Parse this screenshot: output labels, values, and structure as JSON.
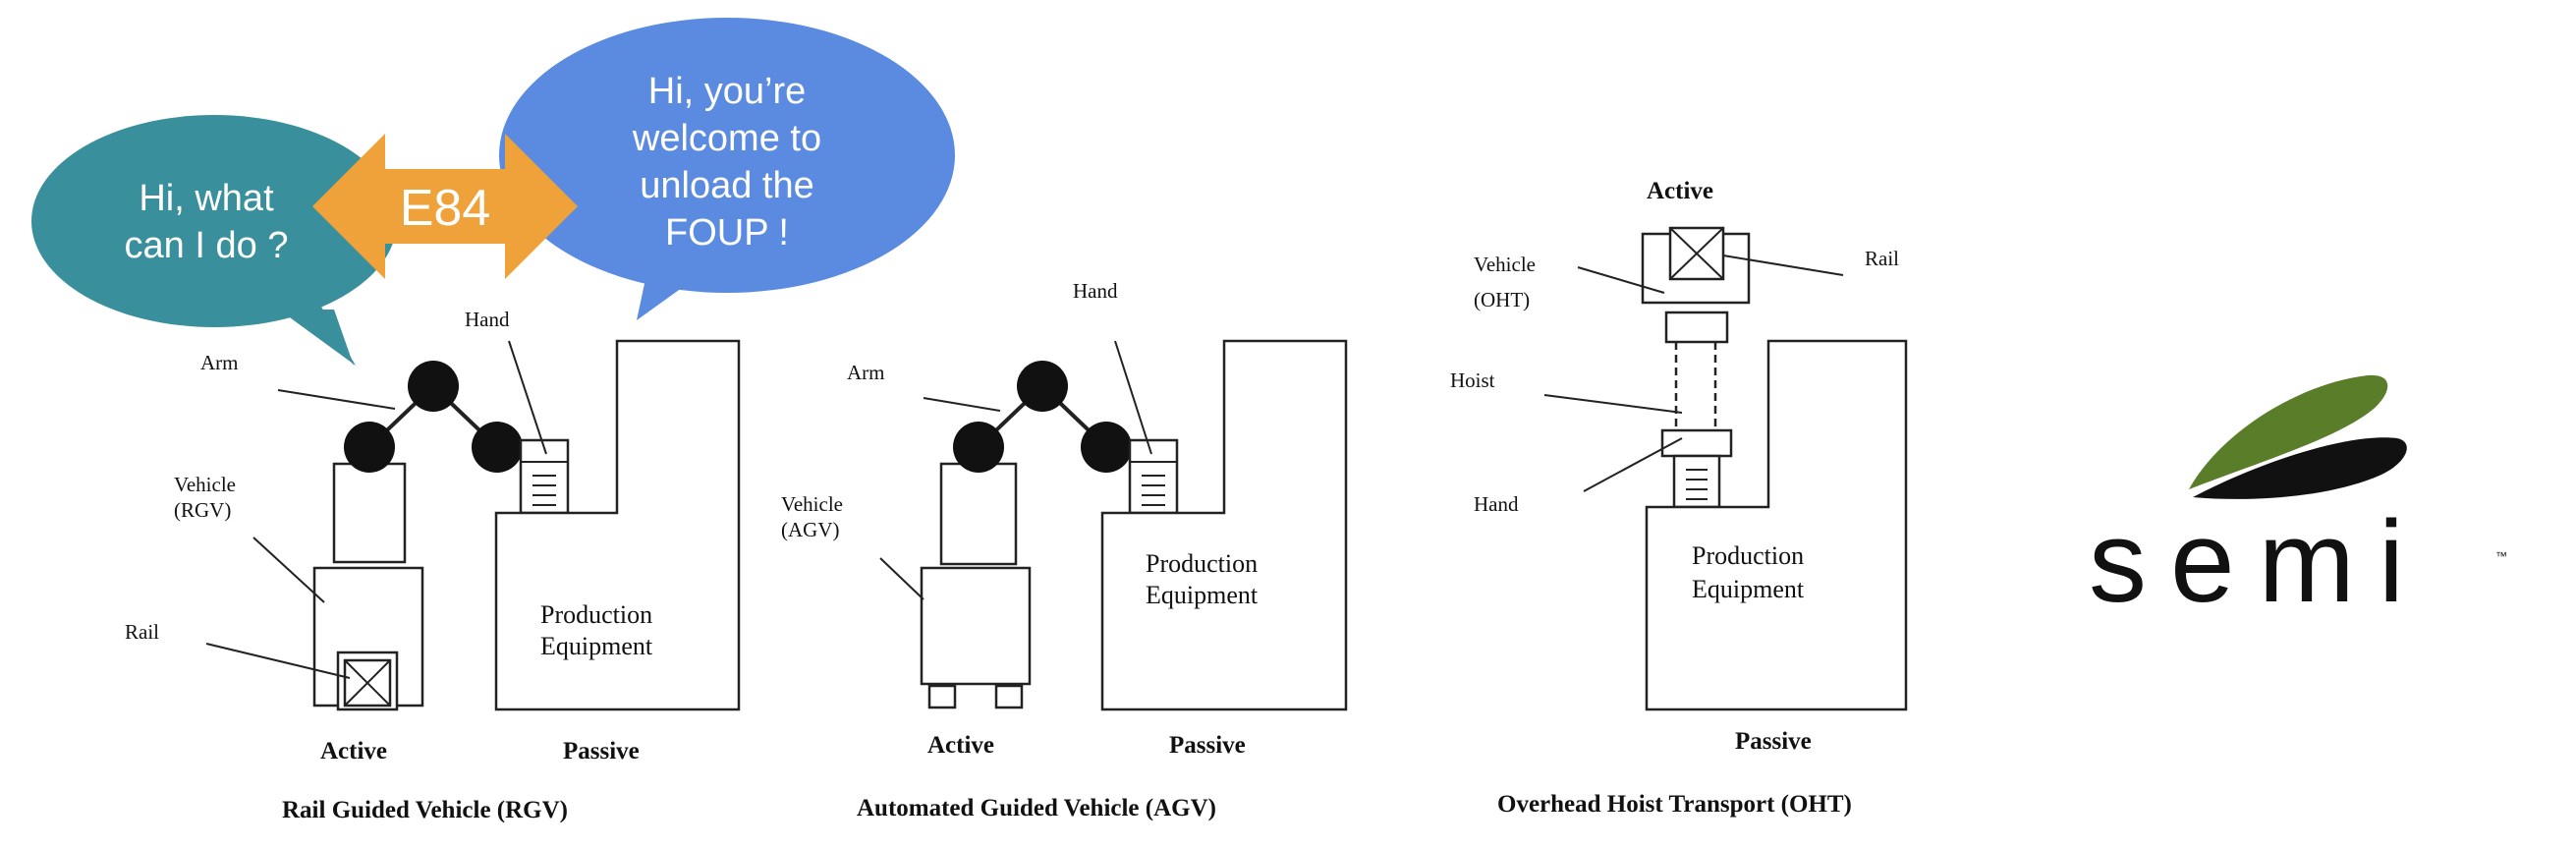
{
  "bubbles": {
    "left_line1": "Hi, what",
    "left_line2": "can I do ?",
    "right_line1": "Hi, you’re",
    "right_line2": "welcome to",
    "right_line3": "unload the",
    "right_line4": "FOUP !",
    "arrow_label": "E84"
  },
  "rgv": {
    "arm": "Arm",
    "hand": "Hand",
    "vehicle_1": "Vehicle",
    "vehicle_2": "(RGV)",
    "rail": "Rail",
    "pe_1": "Production",
    "pe_2": "Equipment",
    "active": "Active",
    "passive": "Passive",
    "caption": "Rail Guided Vehicle (RGV)"
  },
  "agv": {
    "arm": "Arm",
    "hand": "Hand",
    "vehicle_1": "Vehicle",
    "vehicle_2": "(AGV)",
    "pe_1": "Production",
    "pe_2": "Equipment",
    "active": "Active",
    "passive": "Passive",
    "caption": "Automated Guided Vehicle (AGV)"
  },
  "oht": {
    "active": "Active",
    "vehicle_1": "Vehicle",
    "vehicle_2": "(OHT)",
    "rail": "Rail",
    "hoist": "Hoist",
    "hand": "Hand",
    "pe_1": "Production",
    "pe_2": "Equipment",
    "passive": "Passive",
    "caption": "Overhead Hoist Transport (OHT)"
  },
  "logo": {
    "word": "semi",
    "trademark": "™",
    "colors": {
      "green": "#5a7d2a",
      "black": "#111111"
    }
  },
  "colors": {
    "left_bubble": "#3a8f9c",
    "right_bubble": "#5b8be0",
    "arrow": "#f0a23a"
  }
}
